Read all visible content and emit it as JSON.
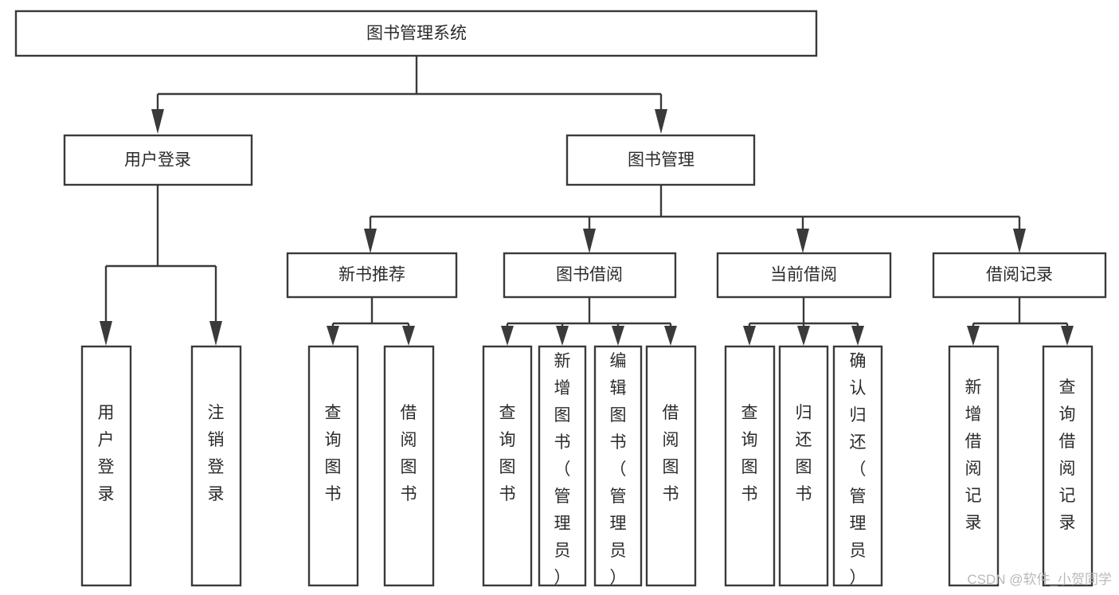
{
  "diagram": {
    "title": "图书管理系统",
    "type": "hierarchy-tree",
    "watermark": "CSDN @软件_小贺同学",
    "colors": {
      "stroke": "#3a3a3a",
      "box_fill": "#ffffff",
      "text": "#2b2b2b",
      "watermark": "#b9b9b9",
      "background": "#ffffff"
    },
    "levels": {
      "root": {
        "label": "图书管理系统"
      },
      "level2": [
        {
          "id": "user-login",
          "label": "用户登录"
        },
        {
          "id": "book-management",
          "label": "图书管理"
        }
      ],
      "level3": [
        {
          "id": "new-book-recommend",
          "label": "新书推荐"
        },
        {
          "id": "book-borrow",
          "label": "图书借阅"
        },
        {
          "id": "current-borrow",
          "label": "当前借阅"
        },
        {
          "id": "borrow-record",
          "label": "借阅记录"
        }
      ],
      "leaves": {
        "user_login": [
          {
            "id": "user-login-leaf",
            "label": "用户登录"
          },
          {
            "id": "logout-leaf",
            "label": "注销登录"
          }
        ],
        "new_book_recommend": [
          {
            "id": "query-book-1",
            "label": "查询图书"
          },
          {
            "id": "borrow-book-1",
            "label": "借阅图书"
          }
        ],
        "book_borrow": [
          {
            "id": "query-book-2",
            "label": "查询图书"
          },
          {
            "id": "add-book-admin",
            "label": "新增图书（管理员）"
          },
          {
            "id": "edit-book-admin",
            "label": "编辑图书（管理员）"
          },
          {
            "id": "borrow-book-2",
            "label": "借阅图书"
          }
        ],
        "current_borrow": [
          {
            "id": "query-book-3",
            "label": "查询图书"
          },
          {
            "id": "return-book",
            "label": "归还图书"
          },
          {
            "id": "confirm-return-admin",
            "label": "确认归还（管理员）"
          }
        ],
        "borrow_record": [
          {
            "id": "add-borrow-record",
            "label": "新增借阅记录"
          },
          {
            "id": "query-borrow-record",
            "label": "查询借阅记录"
          }
        ]
      }
    }
  }
}
